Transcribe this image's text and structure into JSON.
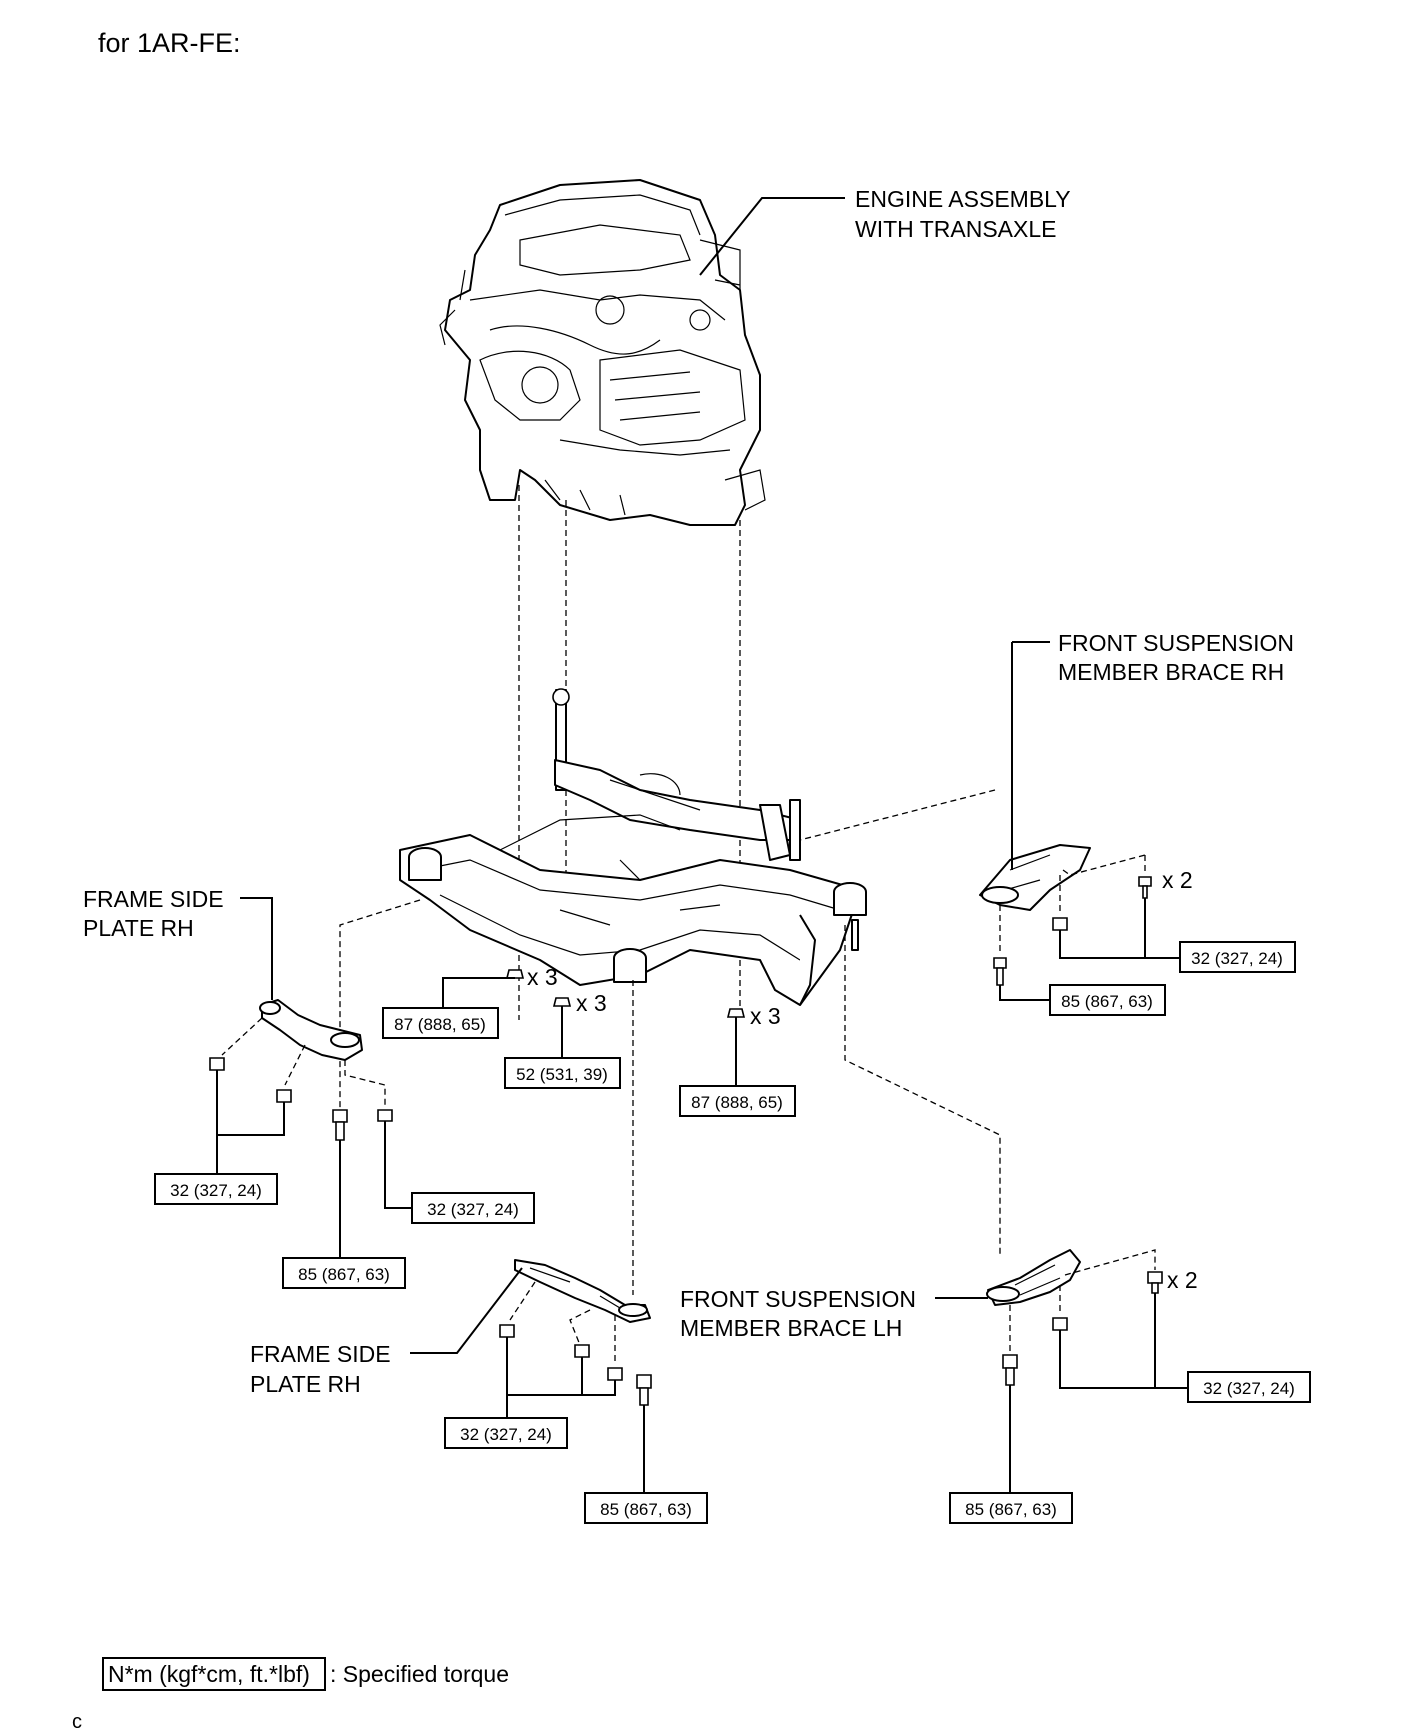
{
  "header": {
    "title": "for 1AR-FE:"
  },
  "labels": {
    "engine_line1": "ENGINE ASSEMBLY",
    "engine_line2": "WITH TRANSAXLE",
    "brace_rh_line1": "FRONT SUSPENSION",
    "brace_rh_line2": "MEMBER BRACE RH",
    "brace_lh_line1": "FRONT SUSPENSION",
    "brace_lh_line2": "MEMBER BRACE LH",
    "frame_rh_line1": "FRAME SIDE",
    "frame_rh_line2": "PLATE RH",
    "frame_lh_line1": "FRAME SIDE",
    "frame_lh_line2": "PLATE RH"
  },
  "torques": {
    "t87_left": "87 (888, 65)",
    "t52": "52 (531, 39)",
    "t87_right": "87 (888, 65)",
    "t32_rh_brace": "32 (327, 24)",
    "t85_rh_brace": "85 (867, 63)",
    "t32_frame_a": "32 (327, 24)",
    "t32_frame_b": "32 (327, 24)",
    "t85_frame": "85 (867, 63)",
    "t32_frame_lh": "32 (327, 24)",
    "t85_frame_lh": "85 (867, 63)",
    "t32_lh_brace": "32 (327, 24)",
    "t85_lh_brace": "85 (867, 63)"
  },
  "quantities": {
    "q_x3_a": "x 3",
    "q_x3_b": "x 3",
    "q_x3_c": "x 3",
    "q_x2_rh": "x 2",
    "q_x2_lh": "x 2"
  },
  "legend": {
    "unit": "N*m (kgf*cm, ft.*lbf)",
    "description": ": Specified torque"
  },
  "footer": {
    "code": "c"
  }
}
